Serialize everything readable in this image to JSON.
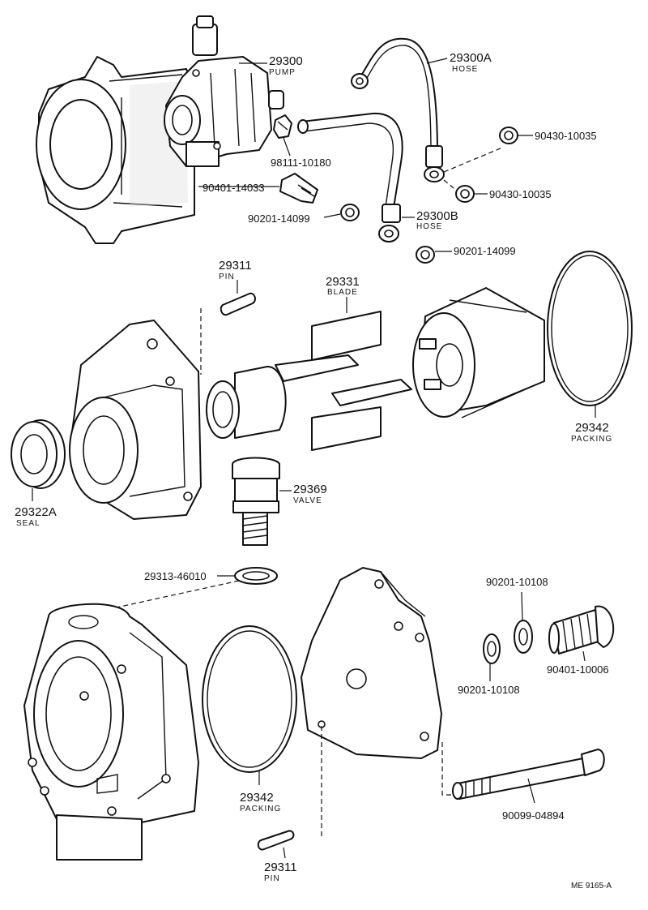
{
  "labels": {
    "pump": {
      "number": "29300",
      "name": "PUMP"
    },
    "hose_a": {
      "number": "29300A",
      "name": "HOSE"
    },
    "hose_b": {
      "number": "29300B",
      "name": "HOSE"
    },
    "gasket_upper_1": "90430-10035",
    "gasket_upper_2": "90430-10035",
    "bolt_98111": "98111-10180",
    "union_90401": "90401-14033",
    "gasket_90201_a": "90201-14099",
    "gasket_90201_b": "90201-14099",
    "pin_upper": {
      "number": "29311",
      "name": "PIN"
    },
    "blade": {
      "number": "29331",
      "name": "BLADE"
    },
    "packing_upper": {
      "number": "29342",
      "name": "PACKING"
    },
    "seal": {
      "number": "29322A",
      "name": "SEAL"
    },
    "valve": {
      "number": "29369",
      "name": "VALVE"
    },
    "gasket_29313": "29313-46010",
    "gasket_90201_10108_top": "90201-10108",
    "gasket_90201_10108_bottom": "90201-10108",
    "bolt_90401_10006": "90401-10006",
    "packing_lower": {
      "number": "29342",
      "name": "PACKING"
    },
    "pin_lower": {
      "number": "29311",
      "name": "PIN"
    },
    "bolt_90099": "90099-04894"
  },
  "reference": "ME 9165-A"
}
